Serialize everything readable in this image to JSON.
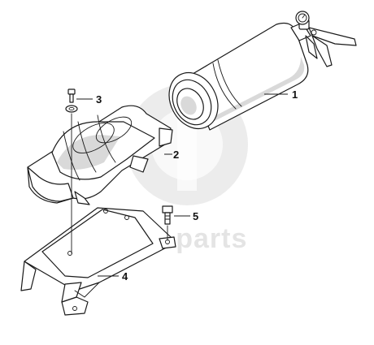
{
  "watermark": {
    "text": "data-parts"
  },
  "callouts": [
    {
      "id": "1",
      "label": "1"
    },
    {
      "id": "2",
      "label": "2"
    },
    {
      "id": "3",
      "label": "3"
    },
    {
      "id": "4",
      "label": "4"
    },
    {
      "id": "5",
      "label": "5"
    }
  ]
}
